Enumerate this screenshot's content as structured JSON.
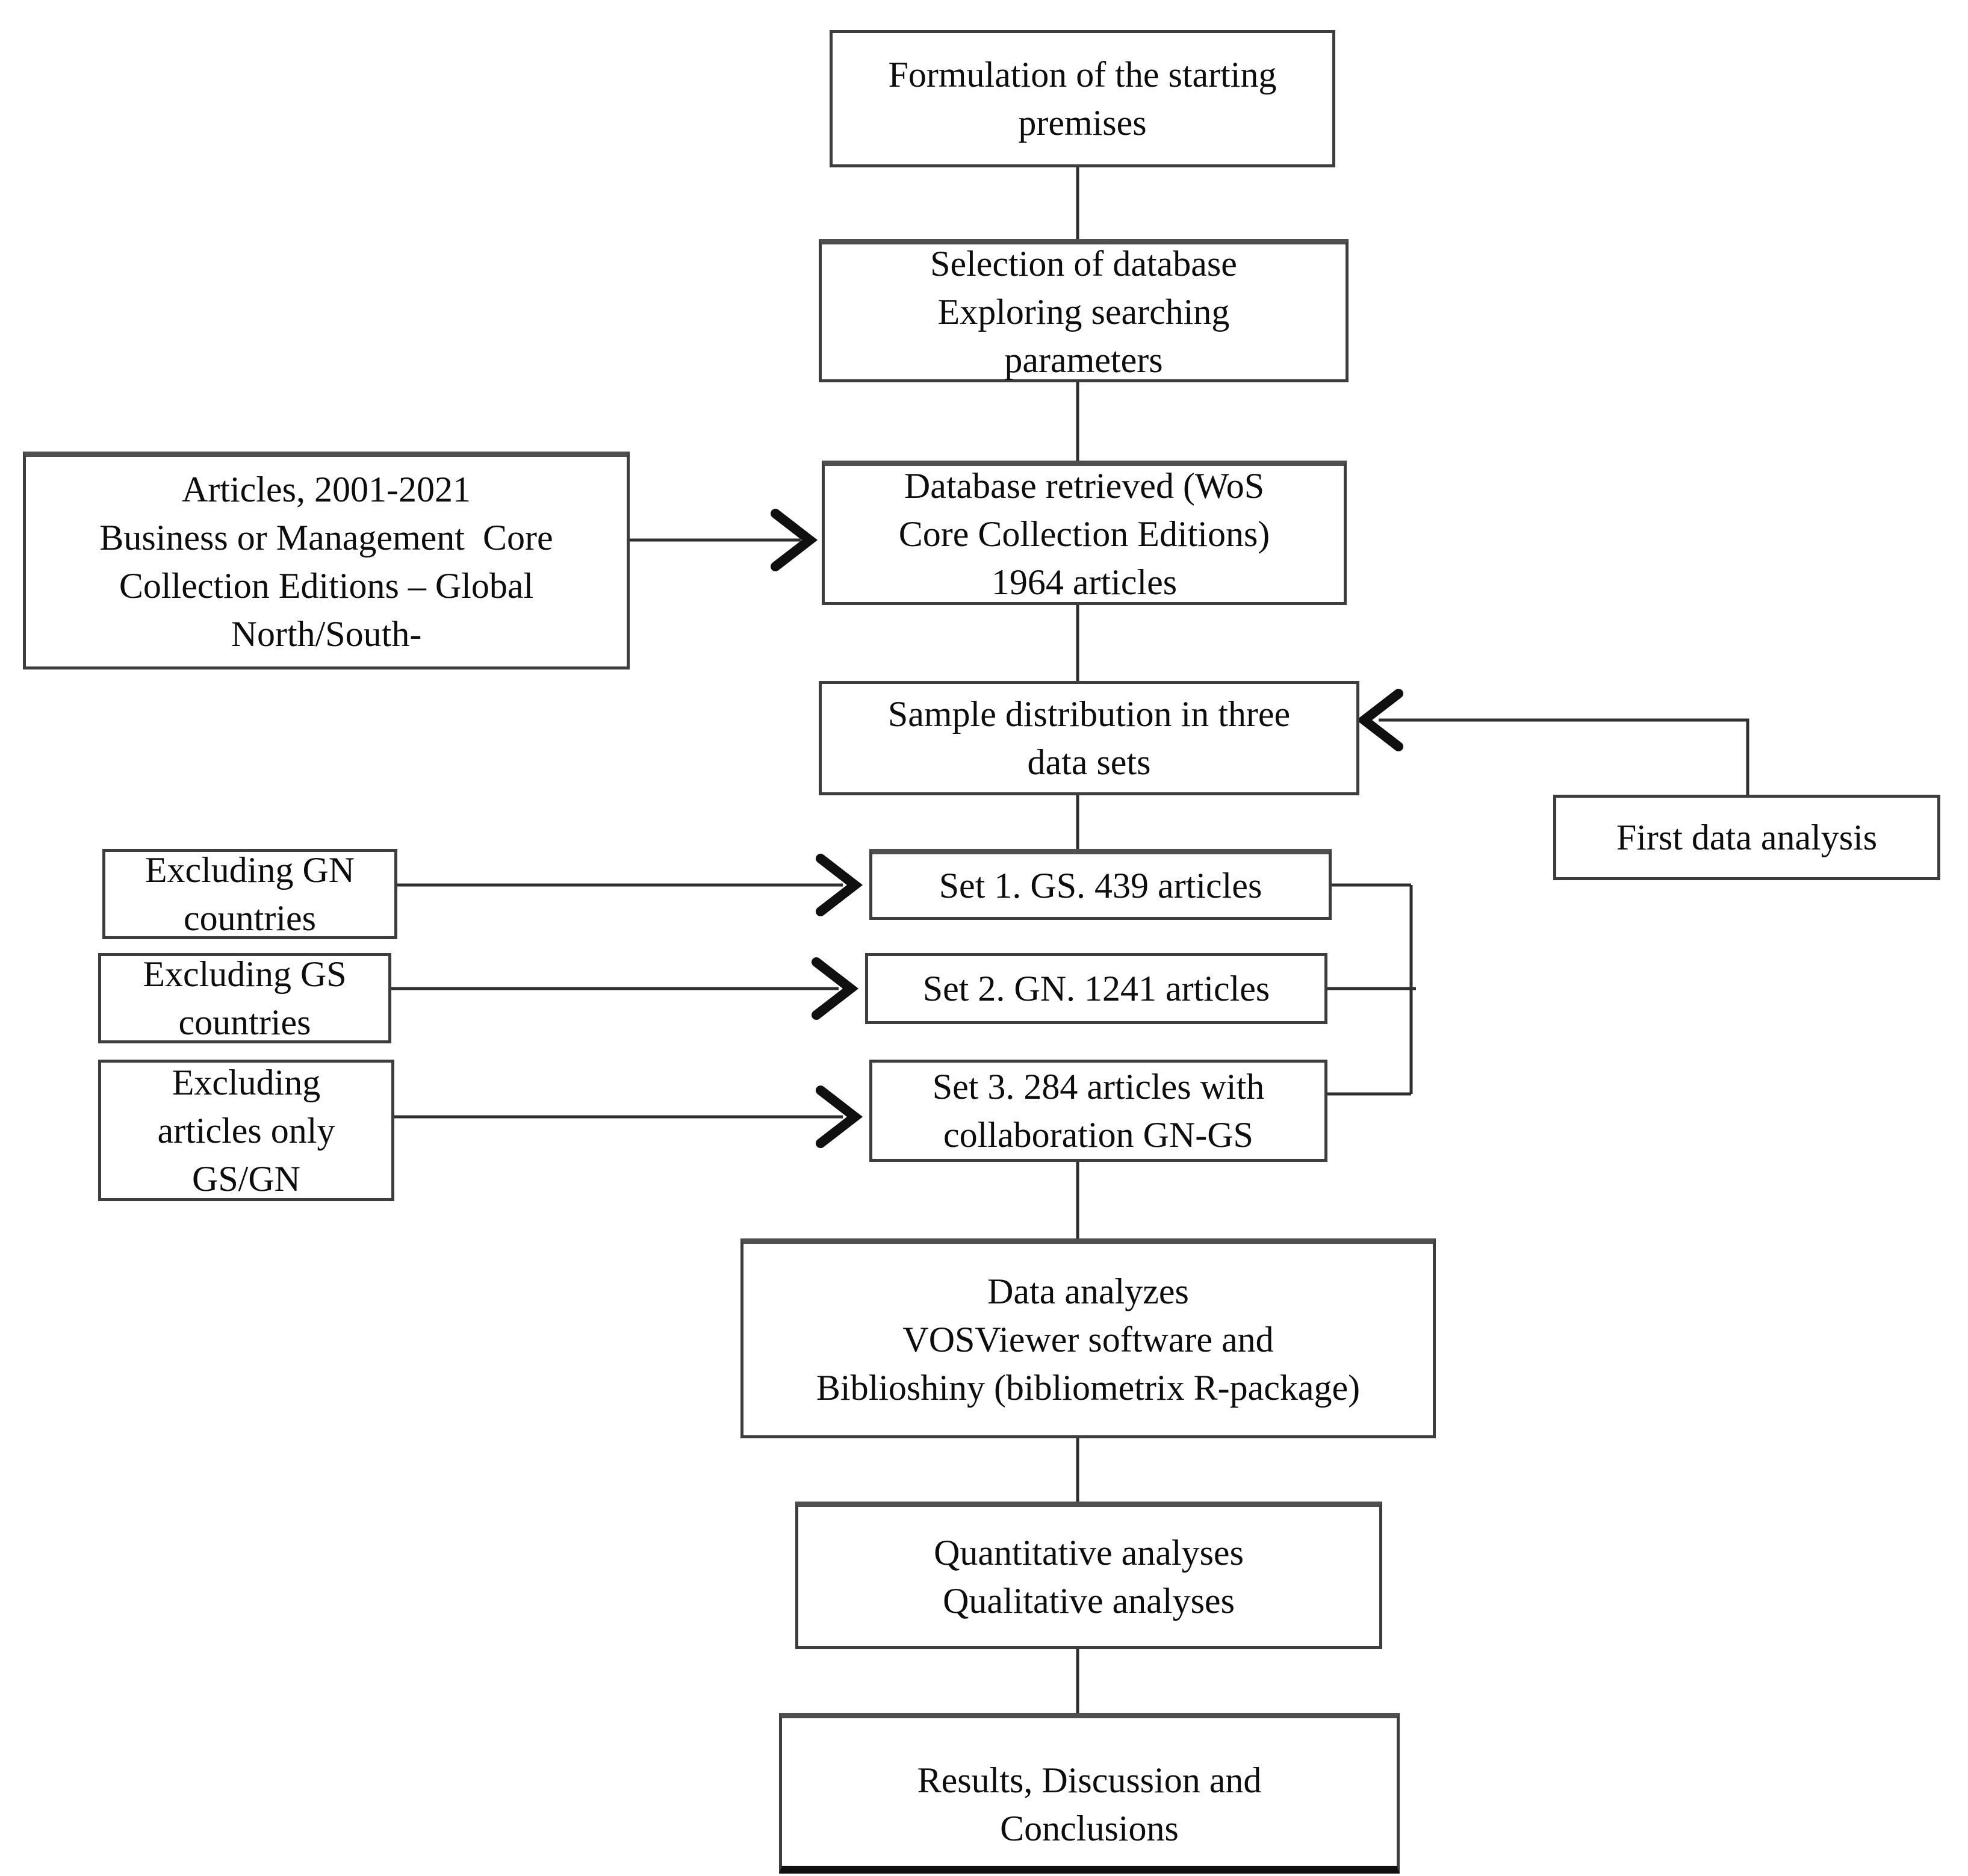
{
  "diagram": {
    "title": "Research methodology flowchart",
    "colors": {
      "background": "#ffffff",
      "box_border": "#3d3d3d",
      "line": "#2f2f2f",
      "arrowhead": "#101010",
      "text": "#0d0d0d"
    },
    "nodes": {
      "formulation": {
        "lines": [
          "Formulation of the starting",
          "premises"
        ]
      },
      "selection": {
        "lines": [
          "Selection of database",
          "Exploring searching",
          "parameters"
        ]
      },
      "criteria": {
        "lines": [
          "Articles, 2001-2021",
          "Business or Management  Core",
          "Collection Editions – Global",
          "North/South-"
        ]
      },
      "database_retrieved": {
        "lines": [
          "Database retrieved (WoS",
          "Core Collection Editions)",
          "1964 articles"
        ]
      },
      "sample_distribution": {
        "lines": [
          "Sample distribution in three",
          "data sets"
        ]
      },
      "first_data_analysis": {
        "lines": [
          "First data analysis"
        ]
      },
      "excluding_gn": {
        "lines": [
          "Excluding GN",
          "countries"
        ]
      },
      "set1": {
        "lines": [
          "Set 1. GS. 439 articles"
        ]
      },
      "excluding_gs": {
        "lines": [
          "Excluding GS",
          "countries"
        ]
      },
      "set2": {
        "lines": [
          "Set 2. GN. 1241 articles"
        ]
      },
      "excluding_only": {
        "lines": [
          "Excluding",
          "articles only",
          "GS/GN"
        ]
      },
      "set3": {
        "lines": [
          "Set 3. 284 articles with",
          "collaboration GN-GS"
        ]
      },
      "data_analyzes": {
        "lines": [
          "Data analyzes",
          "VOSViewer software and",
          "Biblioshiny (bibliometrix R-package)"
        ]
      },
      "quant_qual": {
        "lines": [
          "Quantitative analyses",
          "Qualitative analyses"
        ]
      },
      "results": {
        "lines": [
          "Results, Discussion and",
          "Conclusions"
        ]
      }
    }
  }
}
